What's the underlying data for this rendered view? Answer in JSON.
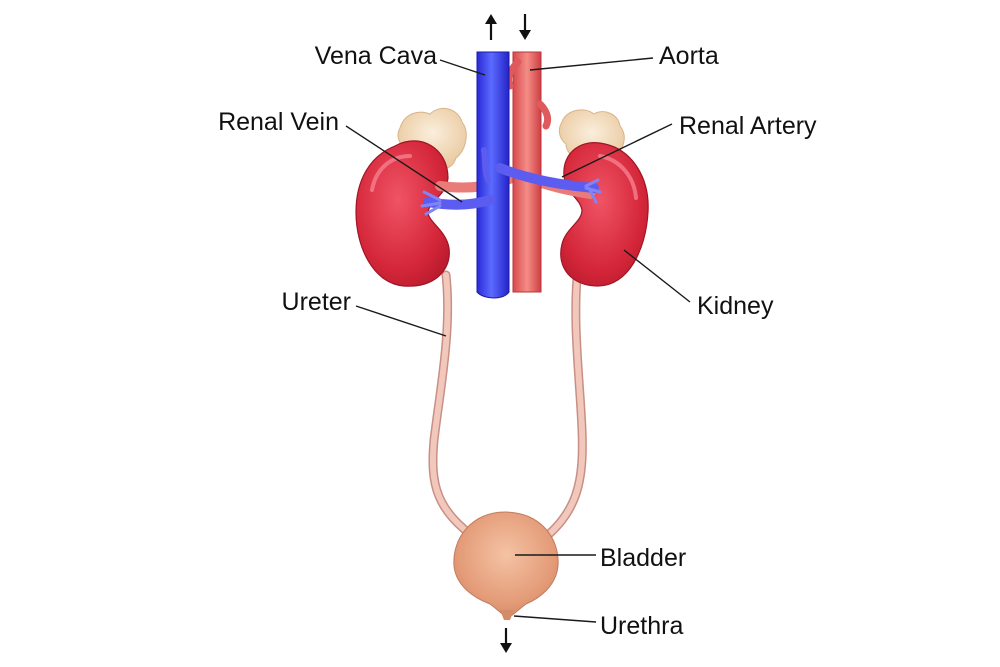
{
  "labels": {
    "vena_cava": "Vena Cava",
    "aorta": "Aorta",
    "renal_vein": "Renal Vein",
    "renal_artery": "Renal Artery",
    "ureter": "Ureter",
    "kidney": "Kidney",
    "bladder": "Bladder",
    "urethra": "Urethra"
  },
  "flow_arrows": {
    "vena_cava": "up",
    "aorta": "down",
    "urethra": "down"
  },
  "colors": {
    "vena_cava": "#3b3ff0",
    "aorta": "#e5605f",
    "kidney": "#d92b3e",
    "adrenal": "#efd3a8",
    "ureter": "#f0c3b8",
    "bladder": "#e7a07e",
    "renal_vein": "#7a78f0"
  }
}
